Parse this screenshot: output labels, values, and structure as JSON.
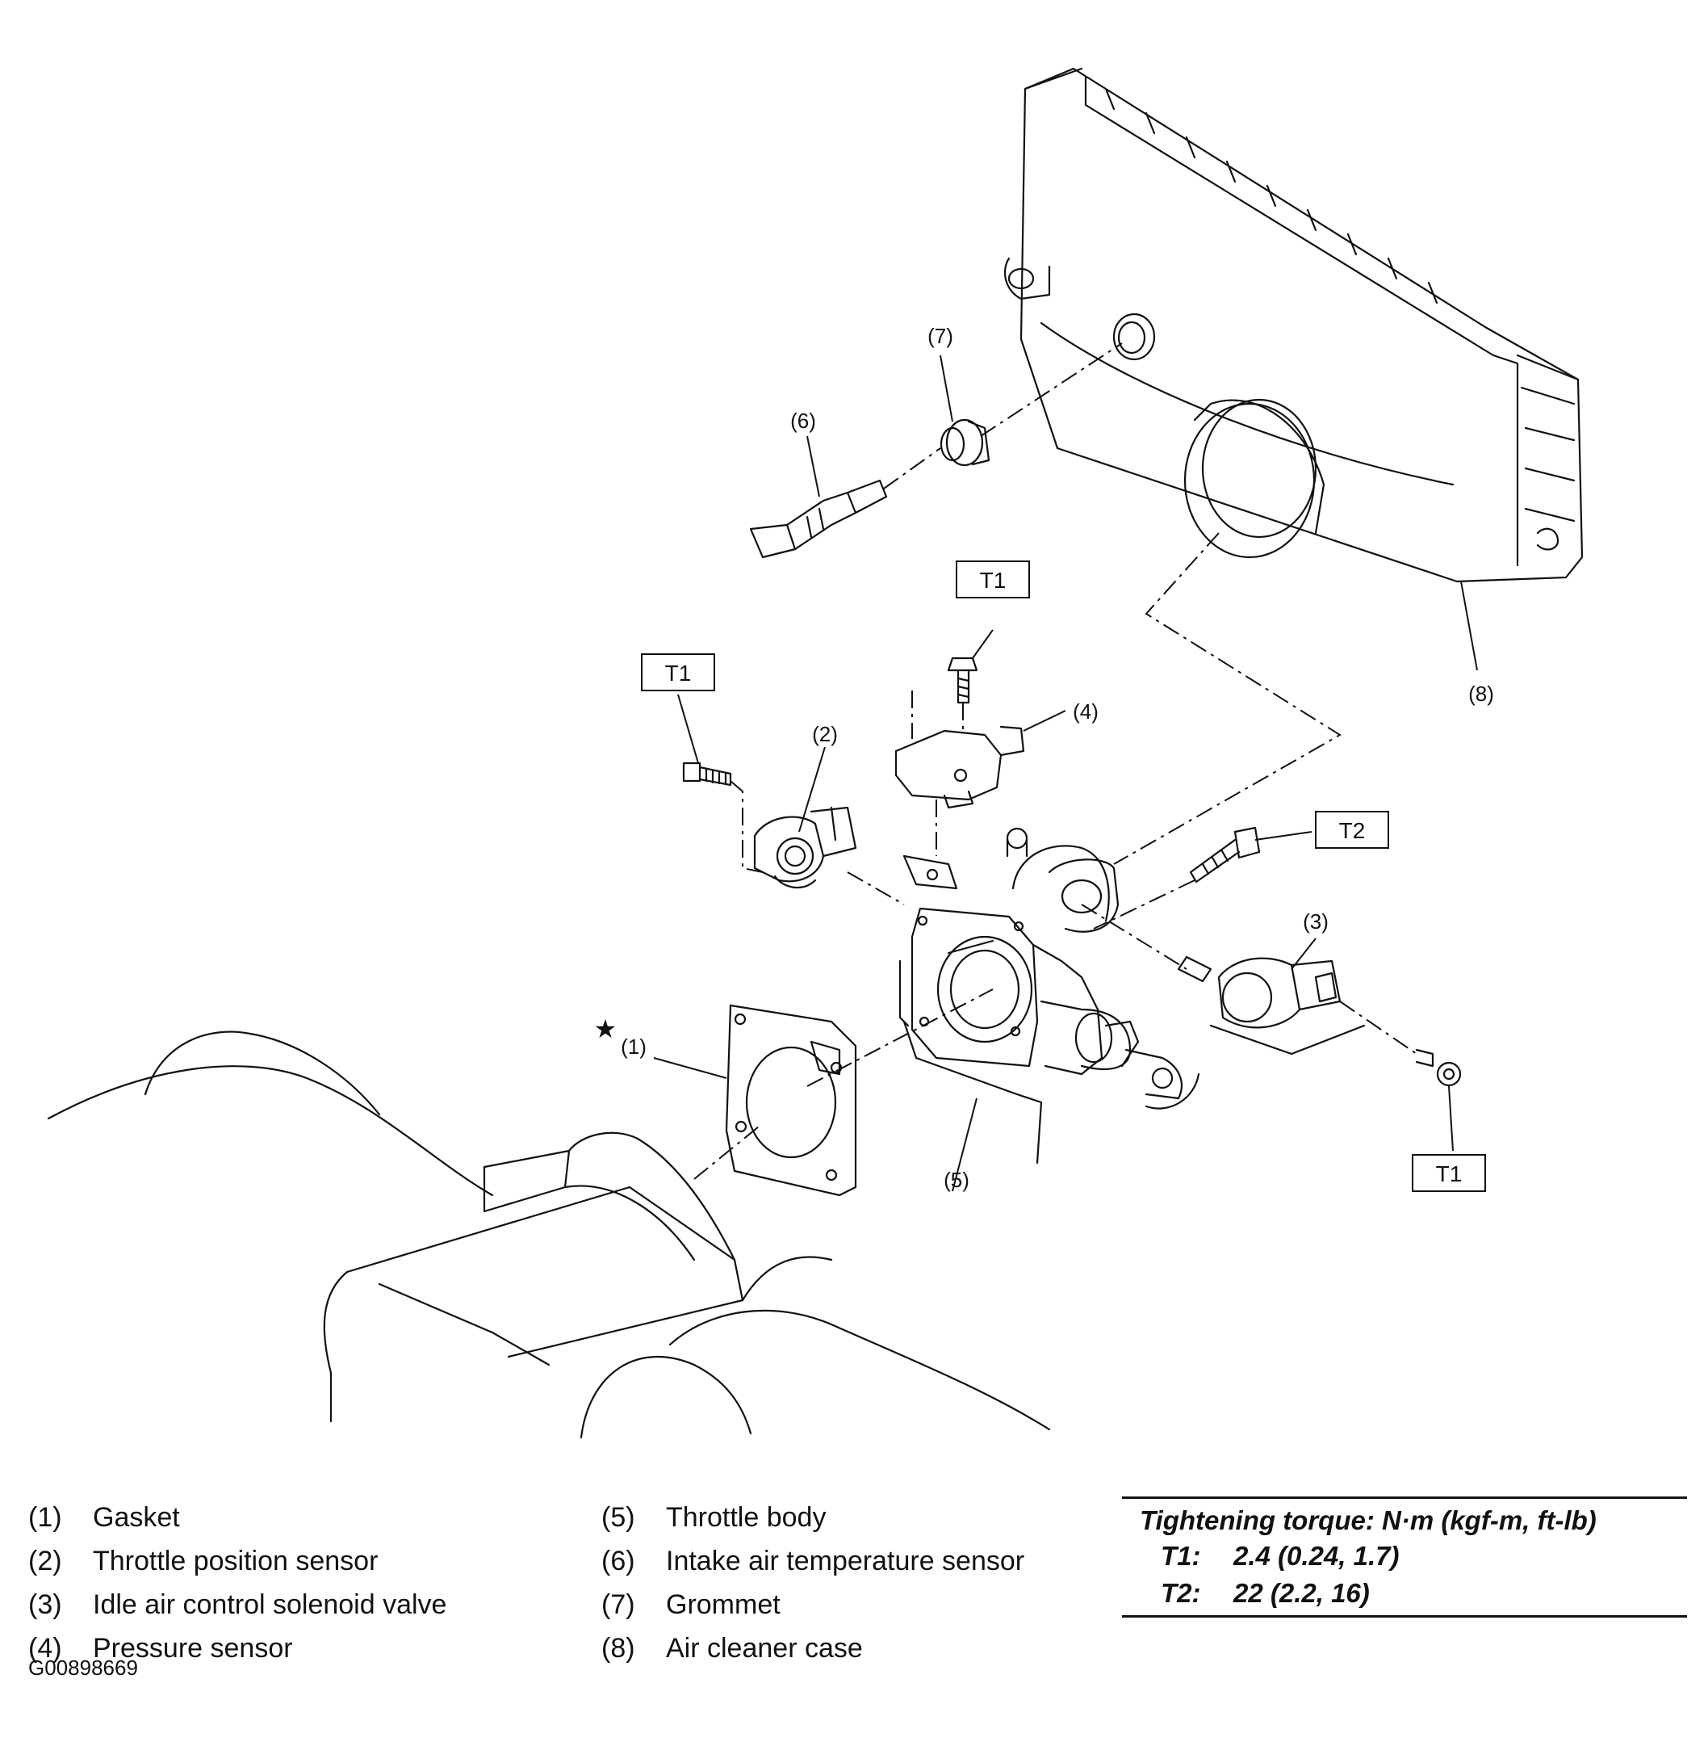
{
  "callouts": {
    "c1": "(1)",
    "c2": "(2)",
    "c3": "(3)",
    "c4": "(4)",
    "c5": "(5)",
    "c6": "(6)",
    "c7": "(7)",
    "c8": "(8)",
    "star": "★"
  },
  "torque_tags": {
    "t1": "T1",
    "t2": "T2"
  },
  "legend_left": [
    {
      "num": "(1)",
      "text": "Gasket"
    },
    {
      "num": "(2)",
      "text": "Throttle position sensor"
    },
    {
      "num": "(3)",
      "text": "Idle air control solenoid valve"
    },
    {
      "num": "(4)",
      "text": "Pressure sensor"
    }
  ],
  "legend_right": [
    {
      "num": "(5)",
      "text": "Throttle body"
    },
    {
      "num": "(6)",
      "text": "Intake air temperature sensor"
    },
    {
      "num": "(7)",
      "text": "Grommet"
    },
    {
      "num": "(8)",
      "text": "Air cleaner case"
    }
  ],
  "torque": {
    "title": "Tightening torque: N·m (kgf-m, ft-lb)",
    "rows": [
      {
        "label": "T1:",
        "value": "2.4 (0.24, 1.7)"
      },
      {
        "label": "T2:",
        "value": "22 (2.2, 16)"
      }
    ]
  },
  "figure_code": "G00898669"
}
